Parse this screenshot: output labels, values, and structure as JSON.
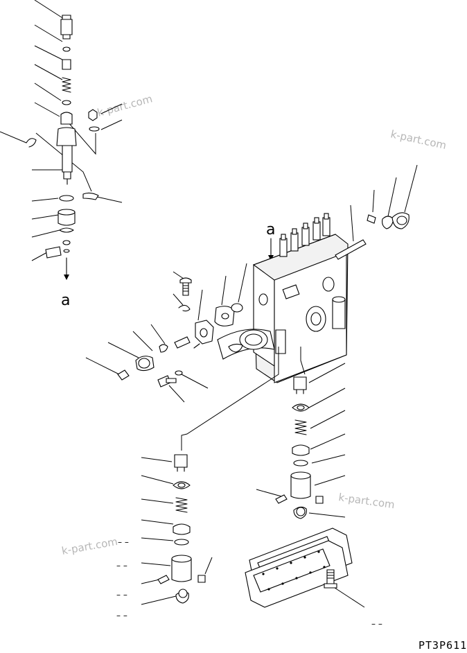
{
  "diagram": {
    "figure_code": "PT3P611",
    "view_marker": "a",
    "watermark": "k-part.com",
    "placeholder_dash": "– –"
  }
}
